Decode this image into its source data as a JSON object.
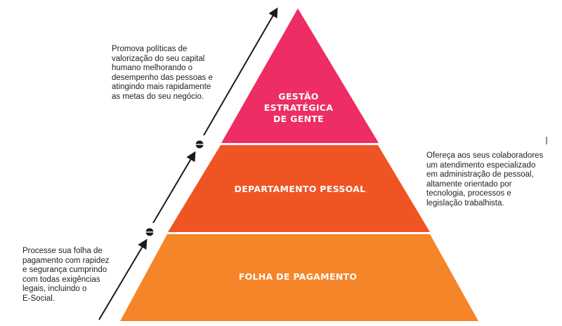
{
  "pyramid": {
    "top": {
      "label_lines": [
        "GESTÃO",
        "ESTRATÉGICA",
        "DE GENTE"
      ],
      "color": "#ED2D63"
    },
    "middle": {
      "label": "DEPARTAMENTO PESSOAL",
      "color": "#EF5423"
    },
    "bottom": {
      "label": "FOLHA DE PAGAMENTO",
      "color": "#F6852A"
    }
  },
  "notes": {
    "top": "Promova políticas de\nvalorização do seu capital\nhumano melhorando o\ndesempenho das pessoas e\natingindo mais rapidamente\nas metas do seu negócio.",
    "right": "Ofereça aos seus colaboradores\num atendimento especializado\nem administração de pessoal,\naltamente orientado por\ntecnologia, processos e\nlegislação trabalhista.",
    "bottom": "Processe sua folha de\npagamento com rapidez\ne segurança cumprindo\ncom todas exigências\nlegais, incluindo o\nE-Social."
  },
  "arrow_color": "#1a1a1a"
}
